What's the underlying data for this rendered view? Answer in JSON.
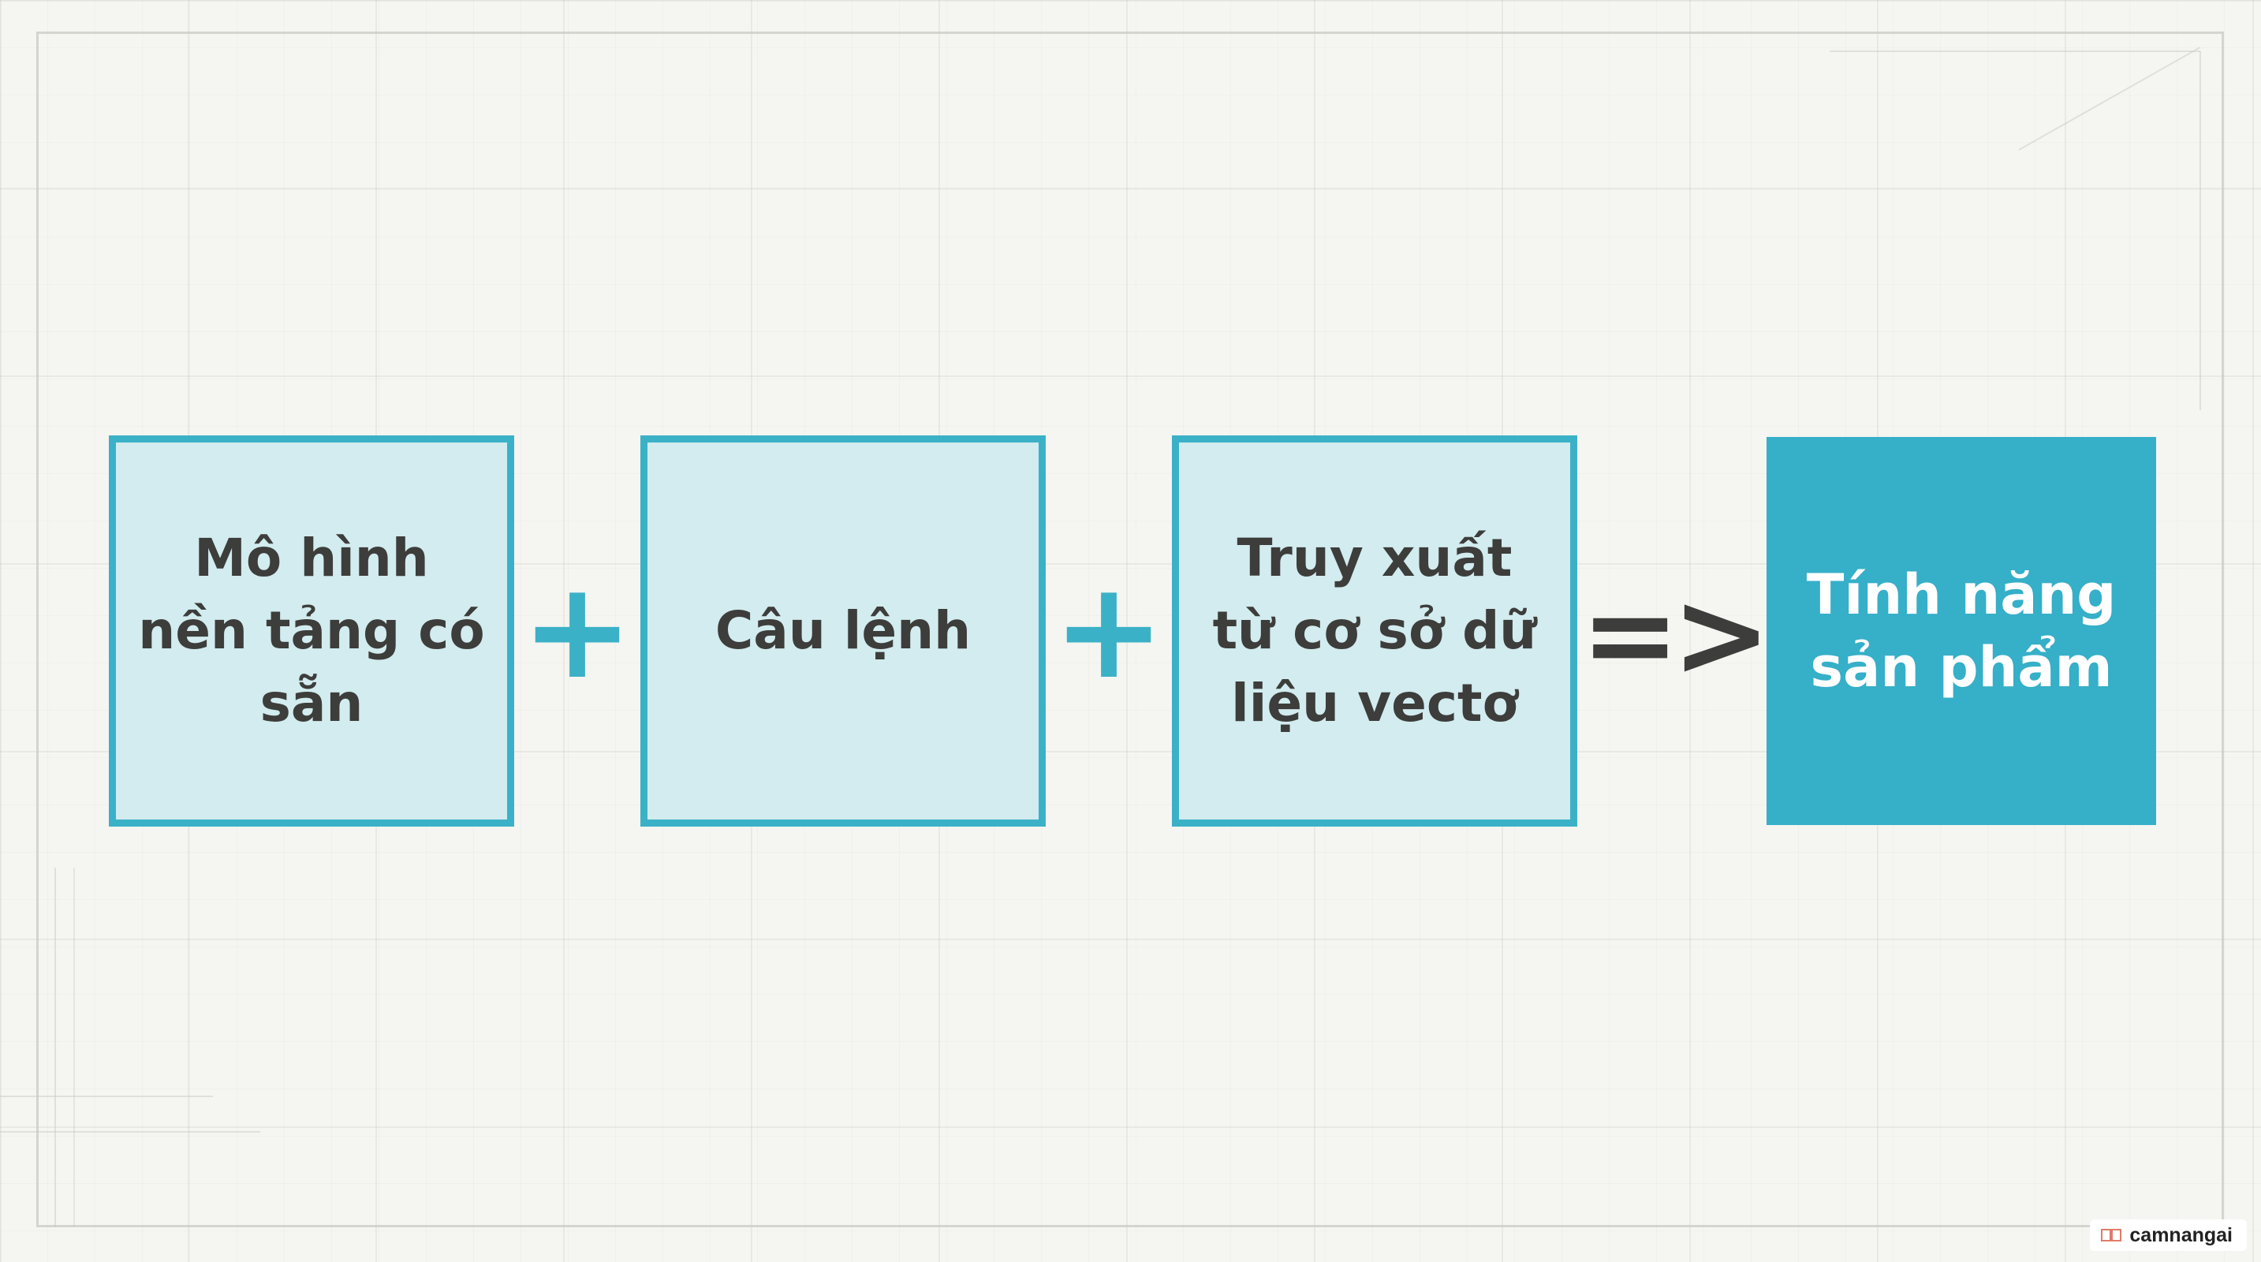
{
  "diagram": {
    "boxes": [
      {
        "label": "Mô hình nền tảng có sẵn",
        "style": "outlined"
      },
      {
        "label": "Câu lệnh",
        "style": "outlined"
      },
      {
        "label": "Truy xuất từ cơ sở dữ liệu vectơ",
        "style": "outlined"
      },
      {
        "label": "Tính năng sản phẩm",
        "style": "filled"
      }
    ],
    "operators": [
      "+",
      "+",
      "=>"
    ]
  },
  "watermark": {
    "text": "camnangai",
    "icon": "book-icon"
  },
  "colors": {
    "accent": "#3bb1c7",
    "box_fill": "#d2ecef",
    "result_fill": "#36afc8",
    "text": "#3d3d3b",
    "background": "#f5f5f2"
  }
}
